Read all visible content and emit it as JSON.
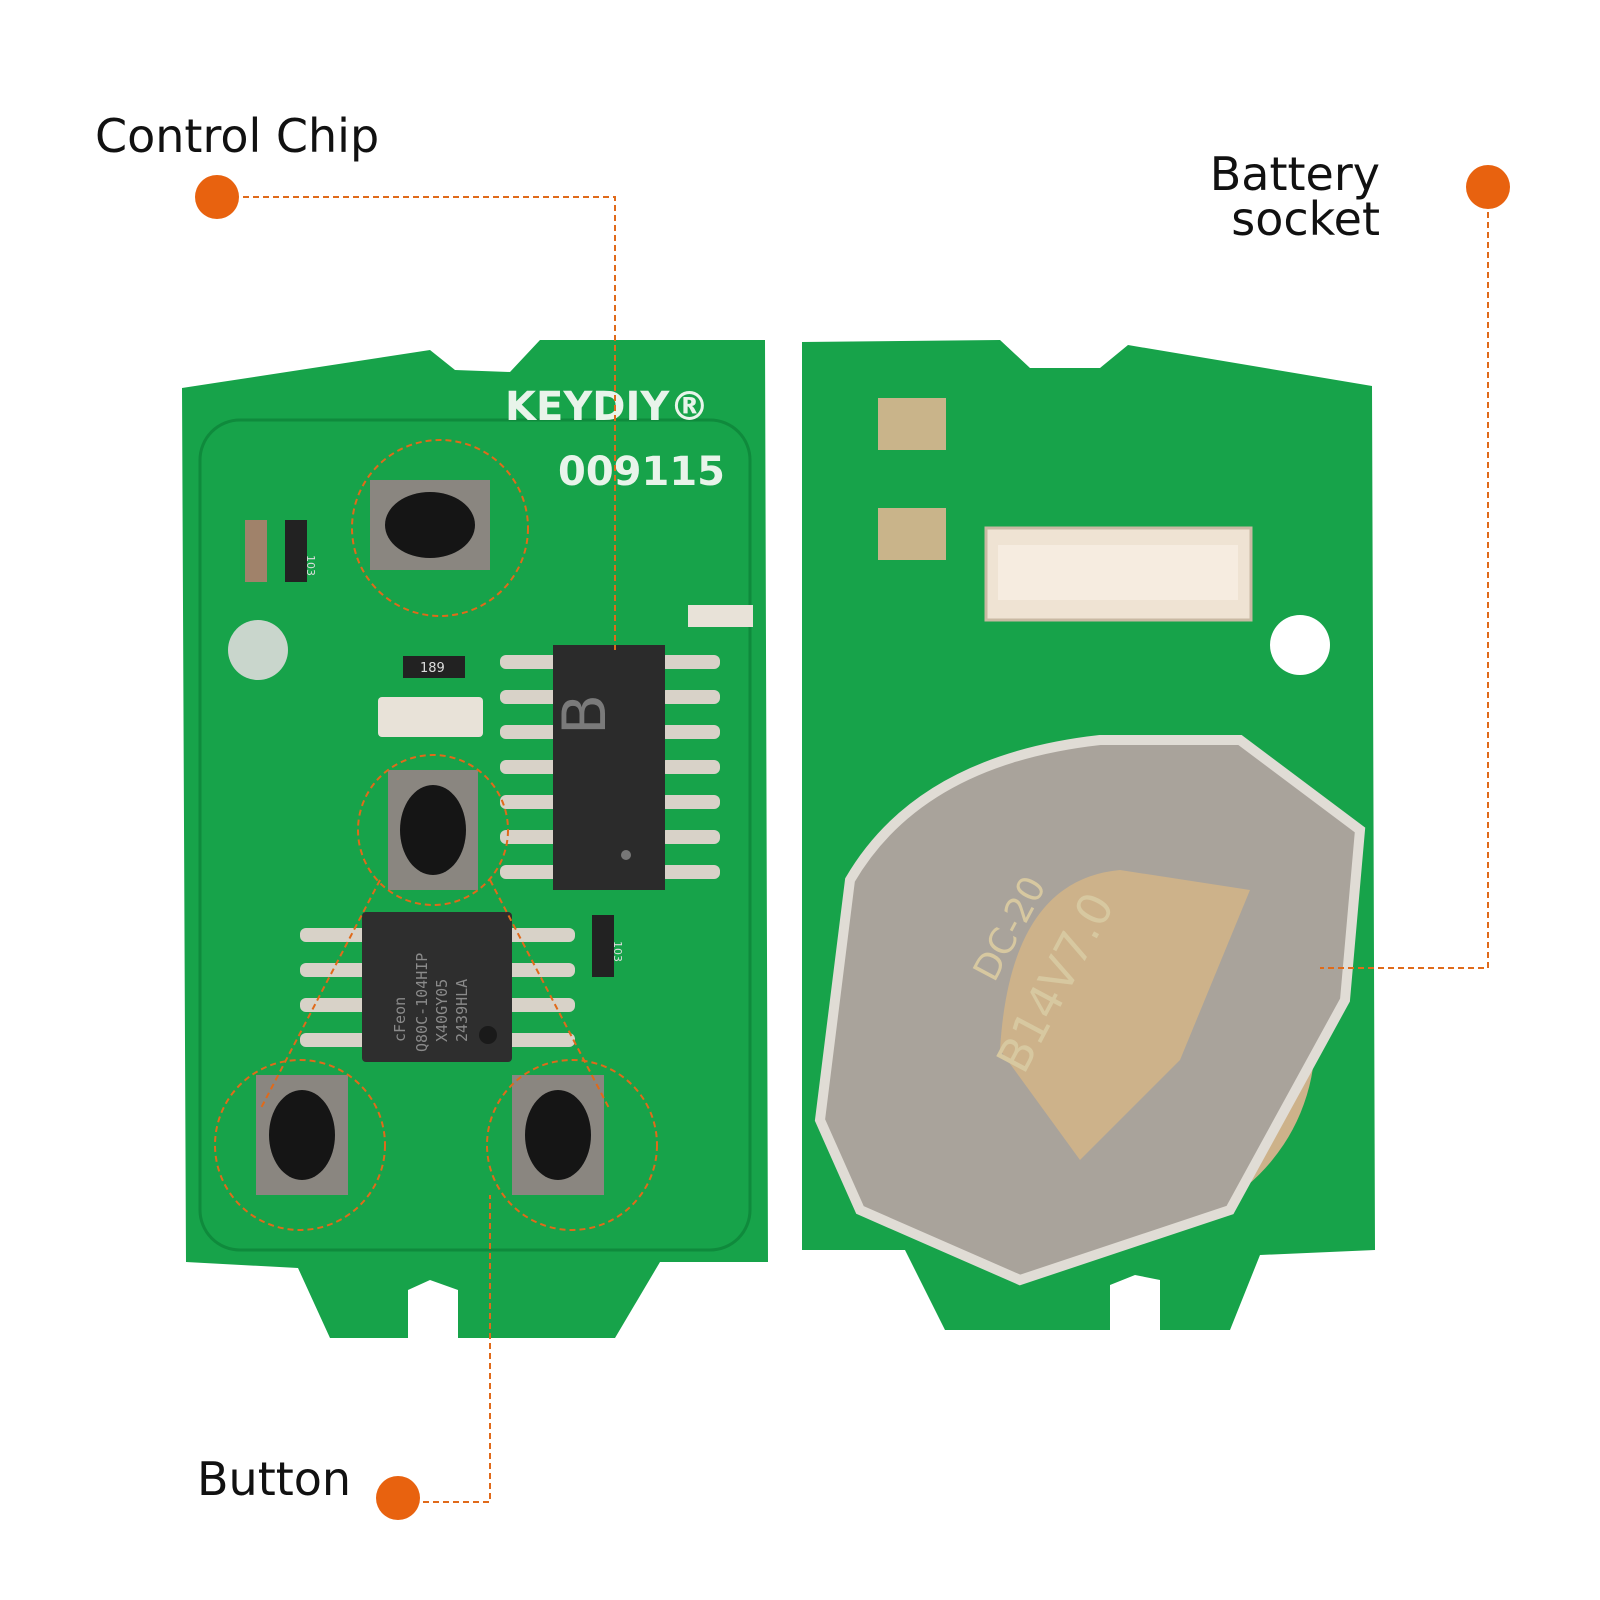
{
  "colors": {
    "accent": "#e8620f",
    "pcb": "#17a34a",
    "pcb_dark": "#0f8a3c",
    "chip": "#2b2b2b",
    "metal": "#b8b2aa"
  },
  "labels": {
    "control_chip": "Control Chip",
    "battery_socket_line1": "Battery",
    "battery_socket_line2": "socket",
    "button": "Button"
  },
  "board_front": {
    "brand": "KEYDIY®",
    "serial": "009115",
    "chip_mark": "B",
    "flash_chip_lines": [
      "cFeon",
      "Q80C-104HIP",
      "X40GY05",
      "2439HLA"
    ],
    "resistor_1": "103",
    "resistor_2": "189",
    "resistor_3": "103"
  },
  "board_back": {
    "battery_clip_text": "B14V7.0",
    "battery_clip_text_2": "DC-20"
  }
}
